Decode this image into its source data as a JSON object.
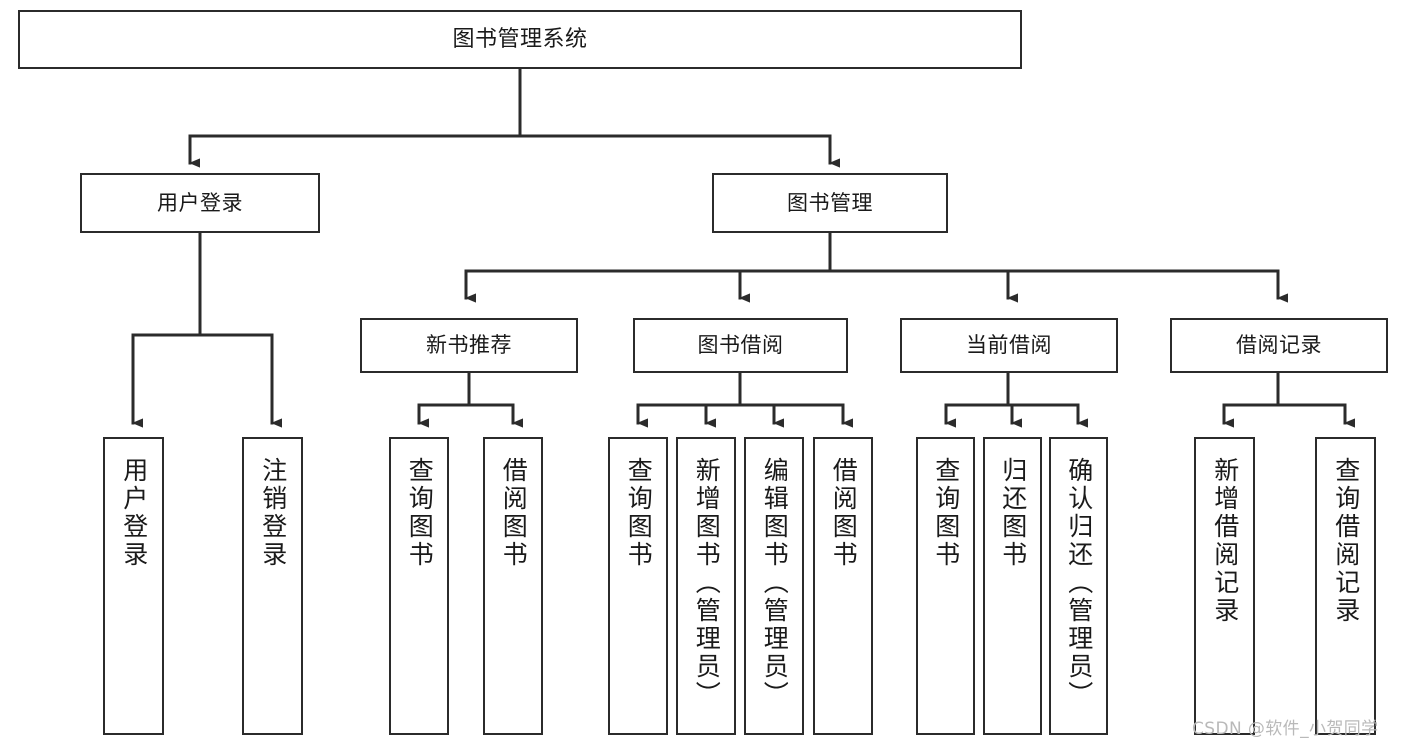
{
  "diagram": {
    "title": "图书管理系统",
    "type": "hierarchy-tree",
    "watermark": "CSDN @软件_小贺同学",
    "colors": {
      "background": "#ffffff",
      "box_border": "#2b2b2b",
      "box_fill": "#ffffff",
      "edge": "#2b2b2b",
      "text": "#1a1a1a",
      "watermark": "#b9b9b9"
    },
    "nodes": {
      "root": {
        "label": "图书管理系统"
      },
      "level1": [
        {
          "label": "用户登录"
        },
        {
          "label": "图书管理"
        }
      ],
      "level2": [
        {
          "label": "新书推荐"
        },
        {
          "label": "图书借阅"
        },
        {
          "label": "当前借阅"
        },
        {
          "label": "借阅记录"
        }
      ],
      "leaves": {
        "user_login": [
          {
            "label": "用户登录"
          },
          {
            "label": "注销登录"
          }
        ],
        "new_book_recommend": [
          {
            "label": "查询图书"
          },
          {
            "label": "借阅图书"
          }
        ],
        "book_borrow": [
          {
            "label": "查询图书"
          },
          {
            "label": "新增图书（管理员）"
          },
          {
            "label": "编辑图书（管理员）"
          },
          {
            "label": "借阅图书"
          }
        ],
        "current_borrow": [
          {
            "label": "查询图书"
          },
          {
            "label": "归还图书"
          },
          {
            "label": "确认归还（管理员）"
          }
        ],
        "borrow_record": [
          {
            "label": "新增借阅记录"
          },
          {
            "label": "查询借阅记录"
          }
        ]
      }
    }
  }
}
